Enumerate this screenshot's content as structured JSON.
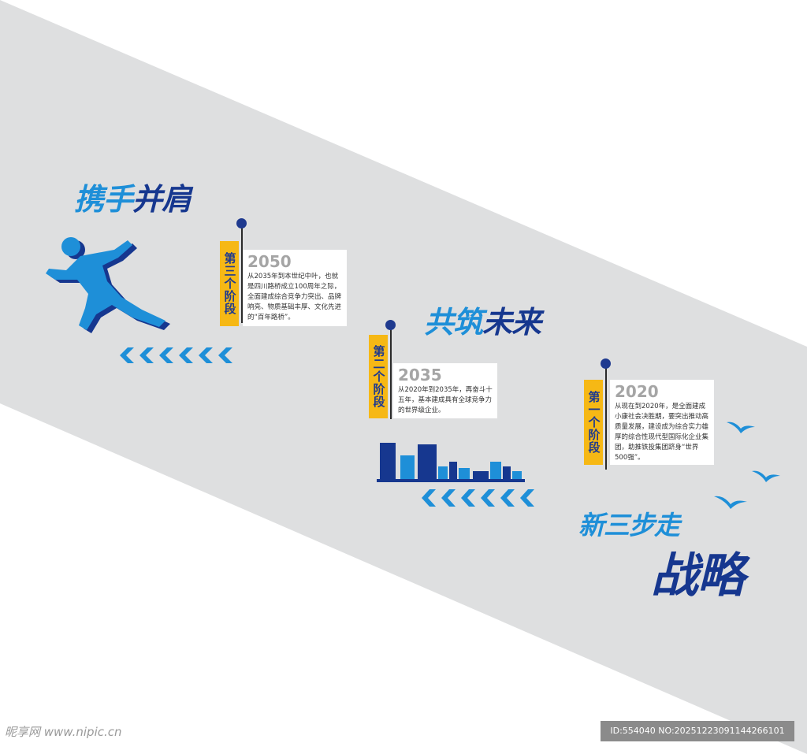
{
  "colors": {
    "band": "#dedfe0",
    "blue_light": "#1e8fd8",
    "blue_dark": "#16378f",
    "stage_yellow": "#f6b815",
    "year_gray": "#a5a5a5"
  },
  "slogans": {
    "s1_light": "携手",
    "s1_dark": "并肩",
    "s2_light": "共筑",
    "s2_dark": "未来",
    "s3": "新三步走",
    "s4": "战略"
  },
  "stages": [
    {
      "label": "第三个阶段",
      "year": "2050",
      "desc": "从2035年到本世纪中叶，也就是四川路桥成立100周年之际，全面建成综合竞争力突出、品牌响亮、物质基础丰厚、文化先进的“百年路桥”。"
    },
    {
      "label": "第二个阶段",
      "year": "2035",
      "desc": "从2020年到2035年，再奋斗十五年，基本建成具有全球竞争力的世界级企业。"
    },
    {
      "label": "第一个阶段",
      "year": "2020",
      "desc": "从现在到2020年，是全面建成小康社会决胜期，要突出推动高质量发展，建设成为综合实力雄厚的综合性现代型国际化企业集团，助推铁投集团跻身“世界500强”。"
    }
  ],
  "icons": [
    "runner-icon",
    "city-skyline-icon",
    "seagull-icon",
    "chevron-arrows-icon"
  ],
  "watermark": {
    "site": "昵享网 www.nipic.cn",
    "id_text": "ID:554040 NO:20251223091144266101"
  }
}
